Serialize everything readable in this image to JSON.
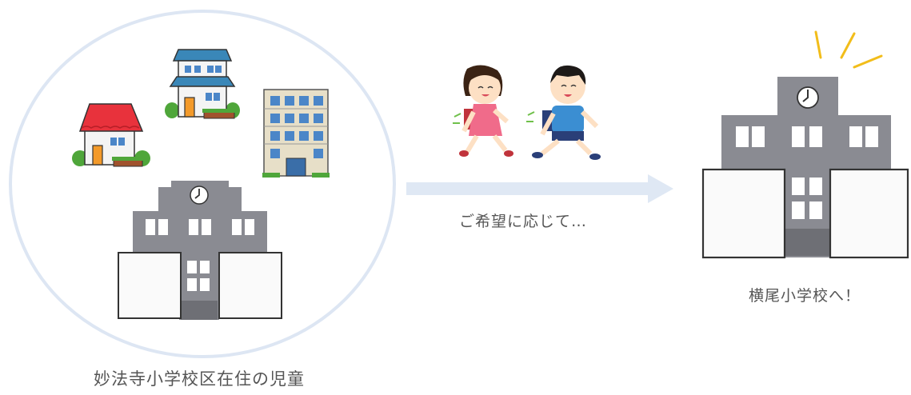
{
  "captions": {
    "left": "妙法寺小学校区在住の児童",
    "middle": "ご希望に応じて…",
    "right": "横尾小学校へ！"
  },
  "icons": {
    "red_house": "red-roof-house-icon",
    "blue_house": "blue-roof-house-icon",
    "apartment": "apartment-building-icon",
    "school_left": "school-building-icon",
    "children": "walking-children-icon",
    "school_right": "school-building-icon",
    "arrow": "right-arrow-icon"
  },
  "colors": {
    "circle_stroke": "#dde6f3",
    "arrow": "#dfe8f4",
    "school_gray": "#8a8b92",
    "school_dark": "#6e6f75",
    "red_roof": "#e8323c",
    "blue_roof": "#3a87b8",
    "sparkle": "#f2bd1a",
    "caption_text": "#555555"
  }
}
